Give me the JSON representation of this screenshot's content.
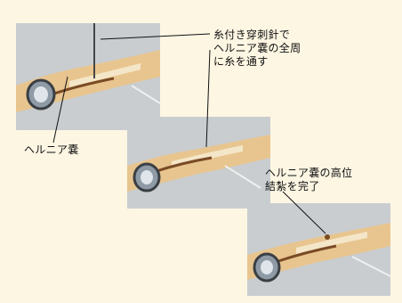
{
  "labels": {
    "needle_step": "糸付き穿刺針で\nヘルニア嚢の全周\nに糸を通す",
    "hernia_sac": "ヘルニア嚢",
    "ligation_done": "ヘルニア嚢の高位\n結紮を完了"
  },
  "colors": {
    "background": "#fdf6e3",
    "panel": "#c9cdd0",
    "tissue": "#e8c58f",
    "tissue_dark": "#c99a5a",
    "ring": "#8e9aa6"
  }
}
